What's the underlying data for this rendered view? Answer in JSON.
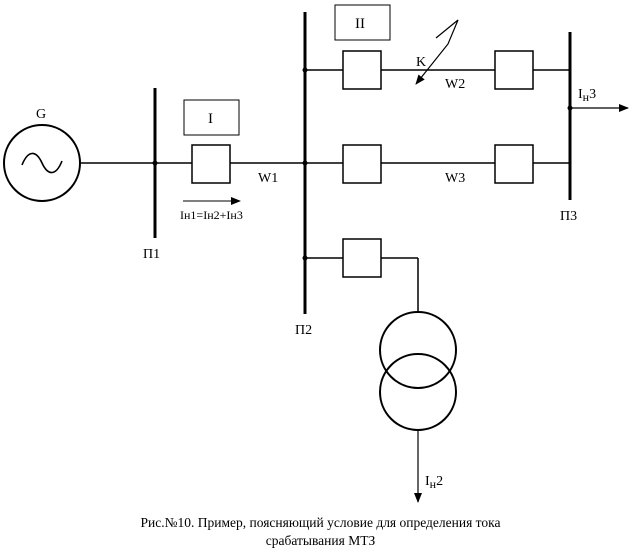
{
  "labels": {
    "generator": "G",
    "bus_p1": "П1",
    "bus_p2": "П2",
    "bus_p3": "П3",
    "line_w1": "W1",
    "line_w2": "W2",
    "line_w3": "W3",
    "fault": "K",
    "protection_1": "I",
    "protection_2": "II"
  },
  "currents": {
    "load_current_symbol": "I",
    "load_subscript": "н",
    "in3_index": "3",
    "in2_index": "2",
    "sum_part1": "Iн1",
    "sum_eq": "=",
    "sum_part2": "Iн2",
    "sum_plus": "+",
    "sum_part3": "Iн3"
  },
  "caption": {
    "line1": "Рис.№10. Пример, поясняющий условие для определения тока",
    "line2": "срабатывания МТЗ"
  }
}
